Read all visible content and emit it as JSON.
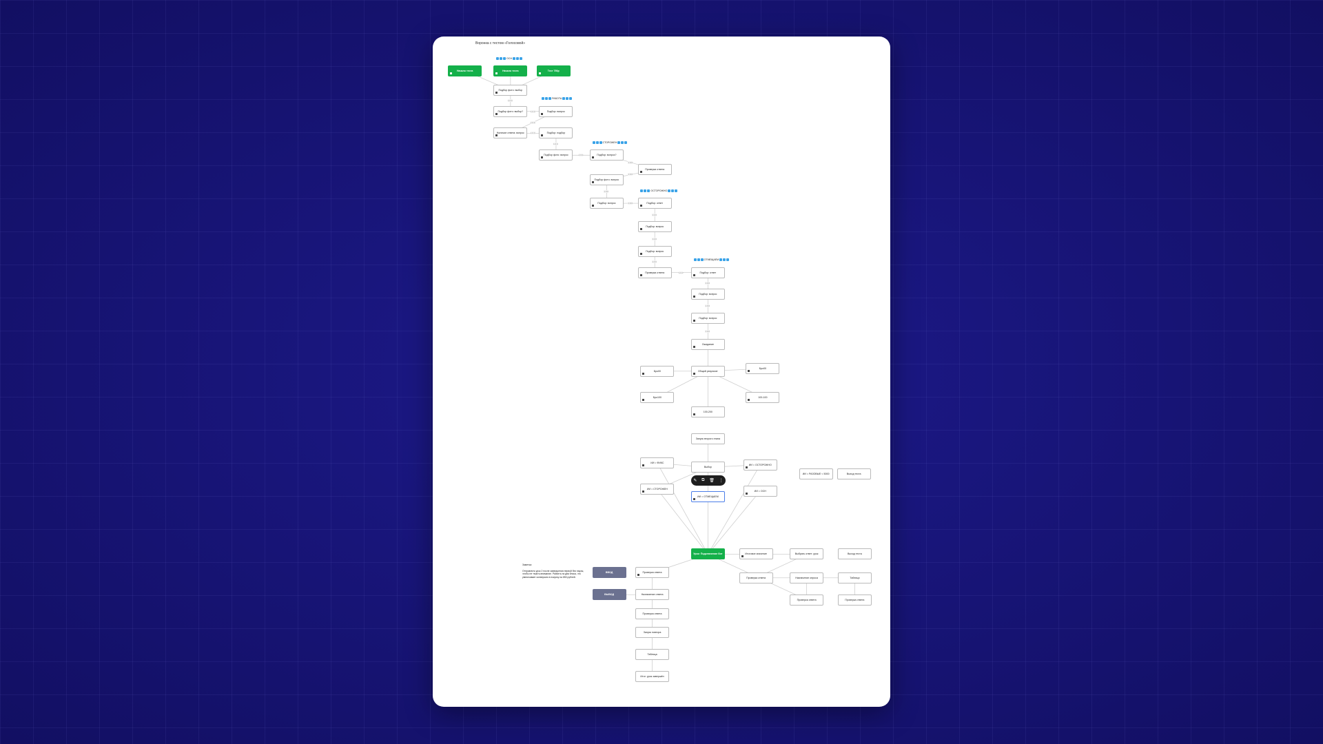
{
  "title": "Воронка с тестом «Голосовой»",
  "edge_label": "1.0.0",
  "tags": [
    "ОСН",
    "РАБОТА",
    "СТОРОЖЕН",
    "ОСТОРОЖНО",
    "ОТМЕЩАЕМ"
  ],
  "toolbar": {
    "icons": [
      "edit-icon",
      "copy-icon",
      "delete-icon",
      "more-icon"
    ]
  },
  "note": {
    "heading": "Заметка:",
    "text": "Отправлять урок 2 после завершения первой без паузы, чтобы не терять внимание. Разбить на два блока, что увеличивает конверсию в покупку на 850 рублей."
  },
  "nodes": [
    {
      "label": "Начало теста",
      "style": "green"
    },
    {
      "label": "Начало теста",
      "style": "green"
    },
    {
      "label": "Тест 750р",
      "style": "green"
    },
    {
      "label": "Подбор фото: выбор"
    },
    {
      "label": "Подбор фото: выбор?"
    },
    {
      "label": "Подбор: вопрос"
    },
    {
      "label": "Наличие ответа: вопрос"
    },
    {
      "label": "Подбор: подбор"
    },
    {
      "label": "Подбор фото: вопрос"
    },
    {
      "label": "Подбор: вопрос?"
    },
    {
      "label": "Проверка ответа"
    },
    {
      "label": "Подбор фото: вопрос"
    },
    {
      "label": "Подбор: вопрос"
    },
    {
      "label": "Подбор: ответ"
    },
    {
      "label": "Подбор: вопрос"
    },
    {
      "label": "Подбор: вопрос"
    },
    {
      "label": "Проверка ответа"
    },
    {
      "label": "Подбор: ответ"
    },
    {
      "label": "Подбор: вопрос"
    },
    {
      "label": "Подбор: вопрос"
    },
    {
      "label": "Ожидание"
    },
    {
      "label": "Бро00"
    },
    {
      "label": "Общий результат"
    },
    {
      "label": "Бро00"
    },
    {
      "label": "Бро100"
    },
    {
      "label": "100-100"
    },
    {
      "label": "100-200"
    },
    {
      "label": "Запуск второго этапа",
      "noicon": true
    },
    {
      "label": "ИИ = ФИКС"
    },
    {
      "label": "Выбор",
      "noicon": true
    },
    {
      "label": "ИИ = ОСТОРОЖНО"
    },
    {
      "label": "ИИ = СТОРОЖЕН"
    },
    {
      "label": "ИИ = ОТМЕЩАЕМ",
      "style": "sel"
    },
    {
      "label": "ИИ = ОСН"
    },
    {
      "label": "ИИ = РАЗОВЫЕ < 5000",
      "noicon": true
    },
    {
      "label": "Выход теста",
      "noicon": true
    },
    {
      "label": "Урок: Подключение бот",
      "style": "green",
      "noicon": true
    },
    {
      "label": "Итоговое значение"
    },
    {
      "label": "Выбрать ответ: урок",
      "noicon": true
    },
    {
      "label": "Выход теста",
      "noicon": true
    },
    {
      "label": "Проверка ответа",
      "noicon": true
    },
    {
      "label": "Назначение опроса",
      "noicon": true
    },
    {
      "label": "Таблица",
      "noicon": true
    },
    {
      "label": "Проверка ответа",
      "noicon": true
    },
    {
      "label": "Проверка ответа",
      "noicon": true
    },
    {
      "label": "Проверка ответа"
    },
    {
      "label": "Назначение ответа",
      "noicon": true
    },
    {
      "label": "Проверка ответа",
      "noicon": true
    },
    {
      "label": "Запуск повтора",
      "noicon": true
    },
    {
      "label": "Таблица",
      "noicon": true
    },
    {
      "label": "Итог: урок завершён",
      "noicon": true
    },
    {
      "label": "ВВОД",
      "style": "grey",
      "noicon": true
    },
    {
      "label": "ВЫВОД",
      "style": "grey",
      "noicon": true
    }
  ]
}
